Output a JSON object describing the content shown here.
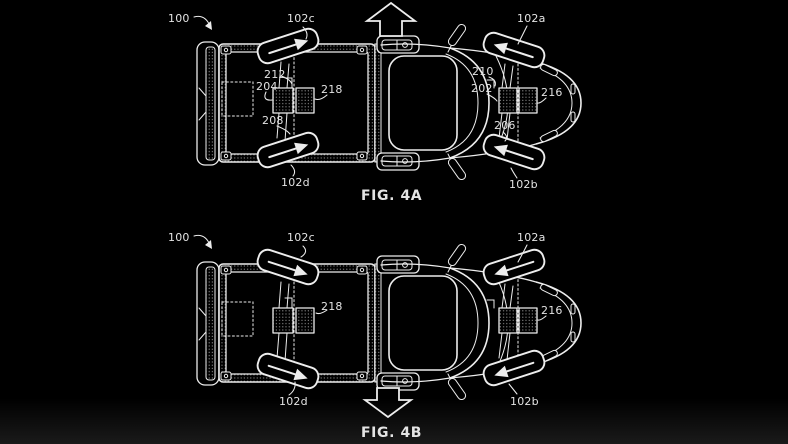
{
  "colors": {
    "background": "#000000",
    "line_color": "#ededed",
    "text_color": "#e3e3e3"
  },
  "figures": [
    {
      "caption": "FIG. 4A",
      "direction_arrow": "up",
      "reference_labels": [
        {
          "text": "100"
        },
        {
          "text": "102c"
        },
        {
          "text": "102a"
        },
        {
          "text": "212"
        },
        {
          "text": "204"
        },
        {
          "text": "218"
        },
        {
          "text": "208"
        },
        {
          "text": "210"
        },
        {
          "text": "202"
        },
        {
          "text": "216"
        },
        {
          "text": "206"
        },
        {
          "text": "102d"
        },
        {
          "text": "102b"
        }
      ]
    },
    {
      "caption": "FIG. 4B",
      "direction_arrow": "down",
      "reference_labels": [
        {
          "text": "100"
        },
        {
          "text": "102c"
        },
        {
          "text": "102a"
        },
        {
          "text": "218"
        },
        {
          "text": "216"
        },
        {
          "text": "102d"
        },
        {
          "text": "102b"
        }
      ]
    }
  ]
}
